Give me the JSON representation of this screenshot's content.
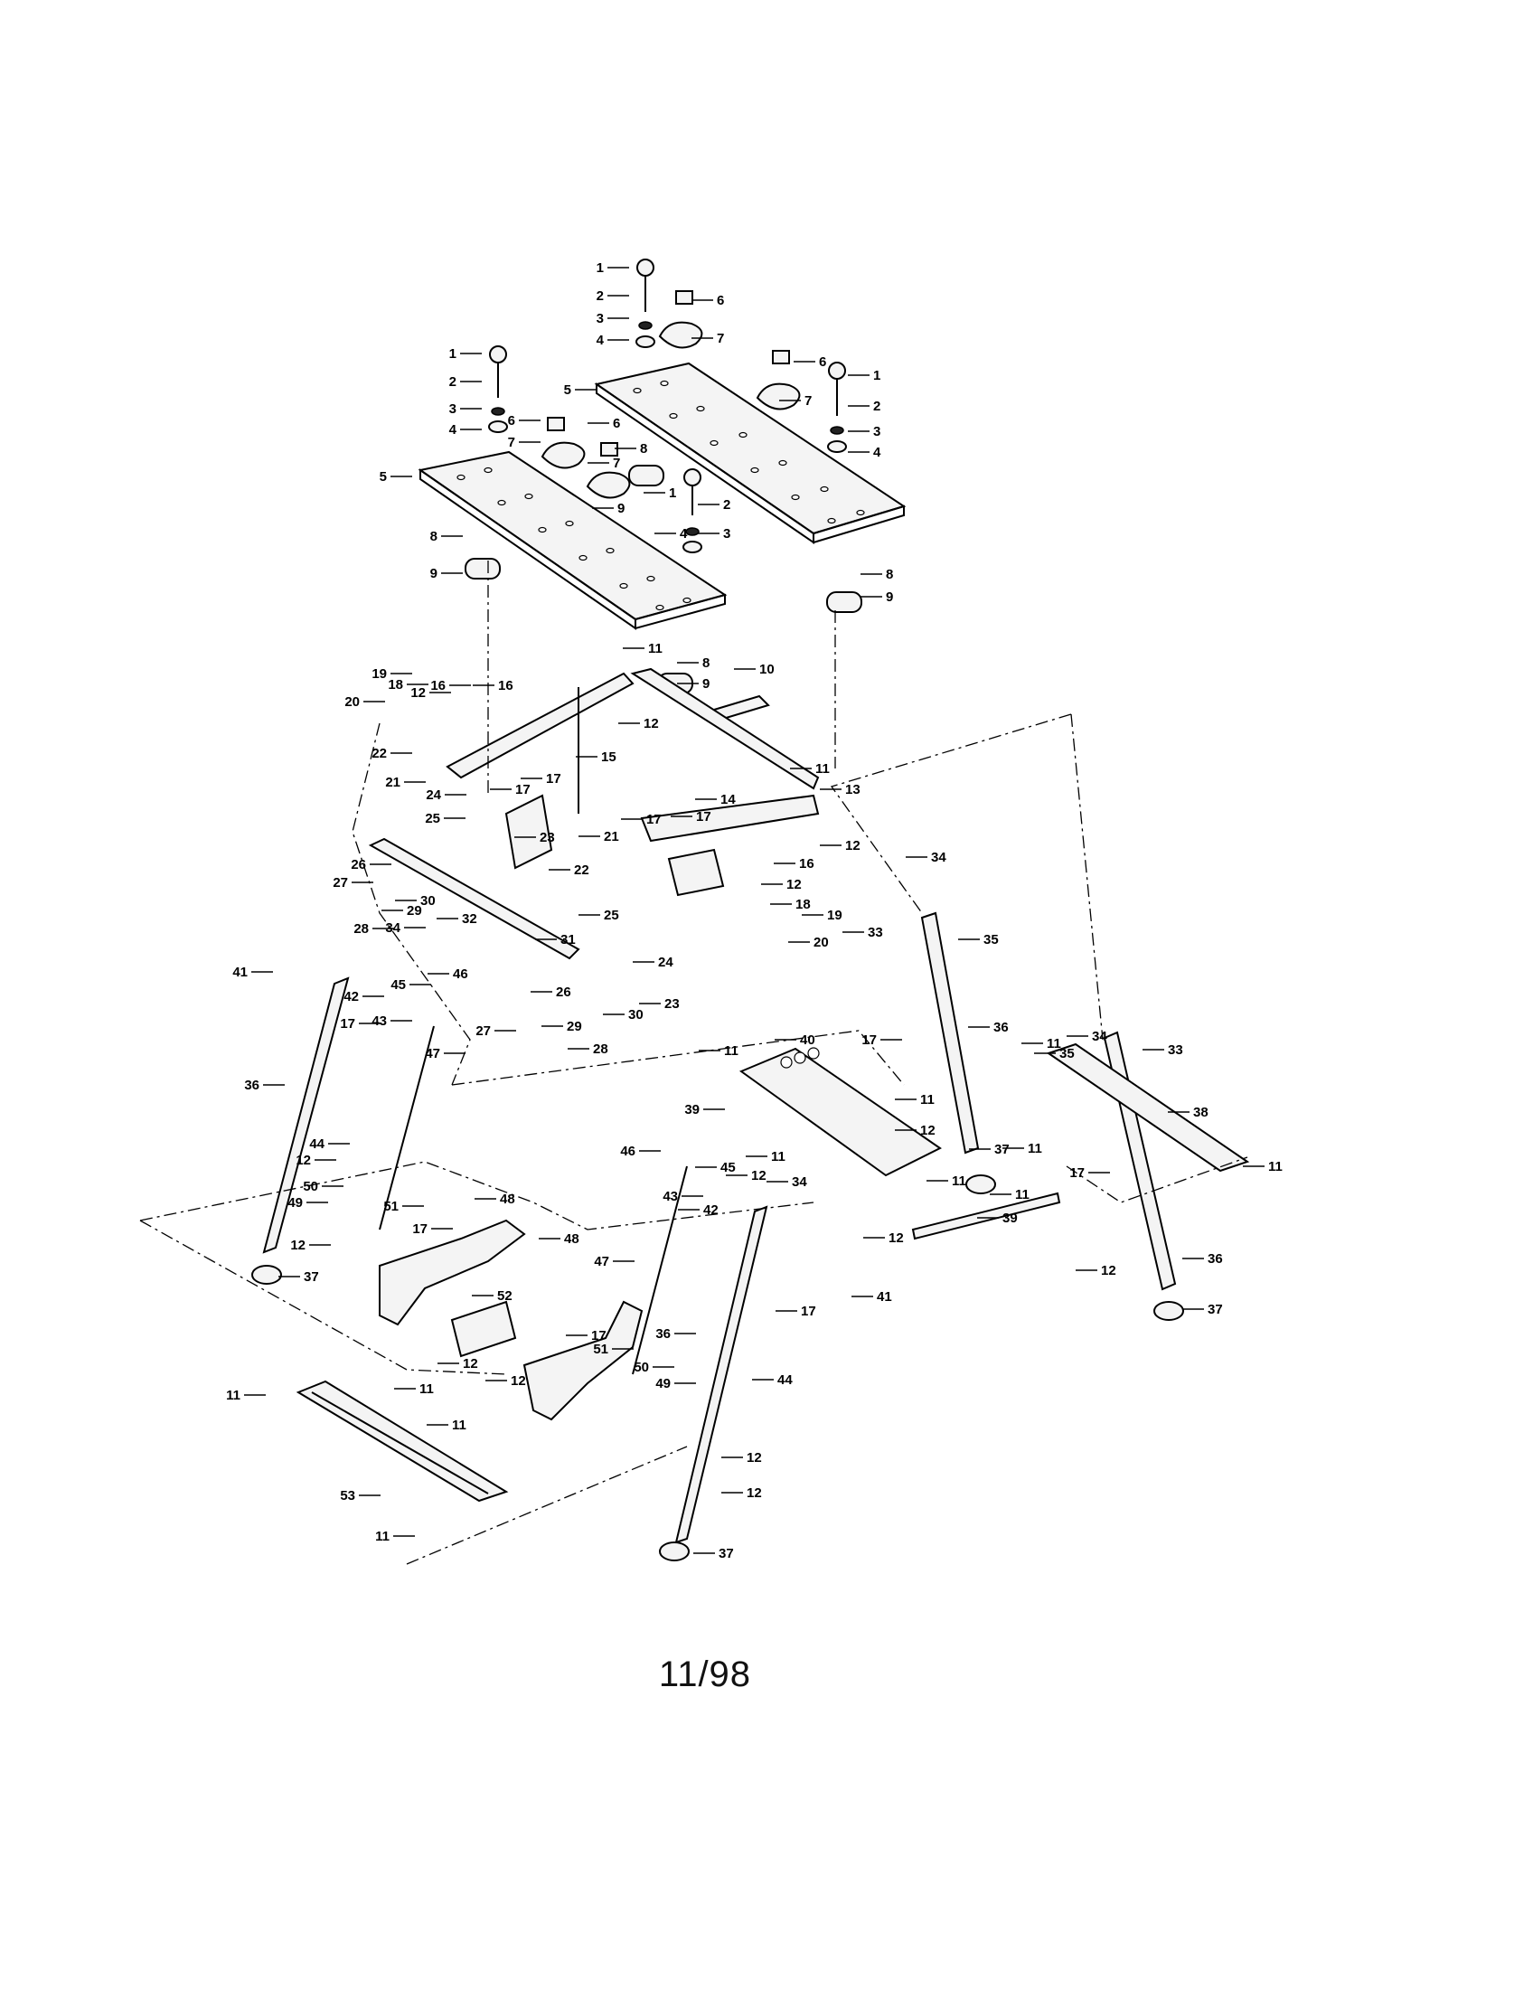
{
  "diagram": {
    "type": "exploded parts diagram",
    "date_stamp": "11/98",
    "callouts": [
      {
        "id": "c-1a",
        "text": "1"
      },
      {
        "id": "c-2a",
        "text": "2"
      },
      {
        "id": "c-3a",
        "text": "3"
      },
      {
        "id": "c-4a",
        "text": "4"
      },
      {
        "id": "c-6a",
        "text": "6"
      },
      {
        "id": "c-7a",
        "text": "7"
      },
      {
        "id": "c-5a",
        "text": "5"
      },
      {
        "id": "c-6b",
        "text": "6"
      },
      {
        "id": "c-7b",
        "text": "7"
      },
      {
        "id": "c-1b",
        "text": "1"
      },
      {
        "id": "c-2b",
        "text": "2"
      },
      {
        "id": "c-3b",
        "text": "3"
      },
      {
        "id": "c-4b",
        "text": "4"
      },
      {
        "id": "c-1c",
        "text": "1"
      },
      {
        "id": "c-2c",
        "text": "2"
      },
      {
        "id": "c-3c",
        "text": "3"
      },
      {
        "id": "c-4c",
        "text": "4"
      },
      {
        "id": "c-6c",
        "text": "6"
      },
      {
        "id": "c-7c",
        "text": "7"
      },
      {
        "id": "c-6d",
        "text": "6"
      },
      {
        "id": "c-7d",
        "text": "7"
      },
      {
        "id": "c-8a",
        "text": "8"
      },
      {
        "id": "c-9a",
        "text": "9"
      },
      {
        "id": "c-5b",
        "text": "5"
      },
      {
        "id": "c-1d",
        "text": "1"
      },
      {
        "id": "c-2d",
        "text": "2"
      },
      {
        "id": "c-3d",
        "text": "3"
      },
      {
        "id": "c-4d",
        "text": "4"
      },
      {
        "id": "c-8b",
        "text": "8"
      },
      {
        "id": "c-9b",
        "text": "9"
      },
      {
        "id": "c-8c",
        "text": "8"
      },
      {
        "id": "c-9c",
        "text": "9"
      },
      {
        "id": "c-11a",
        "text": "11"
      },
      {
        "id": "c-8d",
        "text": "8"
      },
      {
        "id": "c-9d",
        "text": "9"
      },
      {
        "id": "c-10",
        "text": "10"
      },
      {
        "id": "c-19a",
        "text": "19"
      },
      {
        "id": "c-18a",
        "text": "18"
      },
      {
        "id": "c-12a",
        "text": "12"
      },
      {
        "id": "c-16a",
        "text": "16"
      },
      {
        "id": "c-16b",
        "text": "16"
      },
      {
        "id": "c-20a",
        "text": "20"
      },
      {
        "id": "c-12b",
        "text": "12"
      },
      {
        "id": "c-15",
        "text": "15"
      },
      {
        "id": "c-11b",
        "text": "11"
      },
      {
        "id": "c-13",
        "text": "13"
      },
      {
        "id": "c-22a",
        "text": "22"
      },
      {
        "id": "c-21a",
        "text": "21"
      },
      {
        "id": "c-17a",
        "text": "17"
      },
      {
        "id": "c-17b",
        "text": "17"
      },
      {
        "id": "c-24a",
        "text": "24"
      },
      {
        "id": "c-14",
        "text": "14"
      },
      {
        "id": "c-17c",
        "text": "17"
      },
      {
        "id": "c-17d",
        "text": "17"
      },
      {
        "id": "c-12c",
        "text": "12"
      },
      {
        "id": "c-25a",
        "text": "25"
      },
      {
        "id": "c-23a",
        "text": "23"
      },
      {
        "id": "c-21b",
        "text": "21"
      },
      {
        "id": "c-26a",
        "text": "26"
      },
      {
        "id": "c-22b",
        "text": "22"
      },
      {
        "id": "c-27a",
        "text": "27"
      },
      {
        "id": "c-30a",
        "text": "30"
      },
      {
        "id": "c-29a",
        "text": "29"
      },
      {
        "id": "c-16c",
        "text": "16"
      },
      {
        "id": "c-12d",
        "text": "12"
      },
      {
        "id": "c-18b",
        "text": "18"
      },
      {
        "id": "c-19b",
        "text": "19"
      },
      {
        "id": "c-20b",
        "text": "20"
      },
      {
        "id": "c-32",
        "text": "32"
      },
      {
        "id": "c-28a",
        "text": "28"
      },
      {
        "id": "c-34a",
        "text": "34"
      },
      {
        "id": "c-31",
        "text": "31"
      },
      {
        "id": "c-25b",
        "text": "25"
      },
      {
        "id": "c-24b",
        "text": "24"
      },
      {
        "id": "c-34b",
        "text": "34"
      },
      {
        "id": "c-33a",
        "text": "33"
      },
      {
        "id": "c-35a",
        "text": "35"
      },
      {
        "id": "c-41a",
        "text": "41"
      },
      {
        "id": "c-42a",
        "text": "42"
      },
      {
        "id": "c-45a",
        "text": "45"
      },
      {
        "id": "c-46a",
        "text": "46"
      },
      {
        "id": "c-43a",
        "text": "43"
      },
      {
        "id": "c-26b",
        "text": "26"
      },
      {
        "id": "c-29b",
        "text": "29"
      },
      {
        "id": "c-30b",
        "text": "30"
      },
      {
        "id": "c-27b",
        "text": "27"
      },
      {
        "id": "c-28b",
        "text": "28"
      },
      {
        "id": "c-23b",
        "text": "23"
      },
      {
        "id": "c-17e",
        "text": "17"
      },
      {
        "id": "c-36a",
        "text": "36"
      },
      {
        "id": "c-47a",
        "text": "47"
      },
      {
        "id": "c-11c",
        "text": "11"
      },
      {
        "id": "c-40",
        "text": "40"
      },
      {
        "id": "c-17f",
        "text": "17"
      },
      {
        "id": "c-36b",
        "text": "36"
      },
      {
        "id": "c-34c",
        "text": "34"
      },
      {
        "id": "c-35b",
        "text": "35"
      },
      {
        "id": "c-11d",
        "text": "11"
      },
      {
        "id": "c-33b",
        "text": "33"
      },
      {
        "id": "c-39a",
        "text": "39"
      },
      {
        "id": "c-11e",
        "text": "11"
      },
      {
        "id": "c-38",
        "text": "38"
      },
      {
        "id": "c-44a",
        "text": "44"
      },
      {
        "id": "c-11f",
        "text": "11"
      },
      {
        "id": "c-12e",
        "text": "12"
      },
      {
        "id": "c-12f",
        "text": "12"
      },
      {
        "id": "c-11g",
        "text": "11"
      },
      {
        "id": "c-37a",
        "text": "37"
      },
      {
        "id": "c-11h",
        "text": "11"
      },
      {
        "id": "c-46b",
        "text": "46"
      },
      {
        "id": "c-45b",
        "text": "45"
      },
      {
        "id": "c-12g",
        "text": "12"
      },
      {
        "id": "c-50a",
        "text": "50"
      },
      {
        "id": "c-49a",
        "text": "49"
      },
      {
        "id": "c-51a",
        "text": "51"
      },
      {
        "id": "c-48a",
        "text": "48"
      },
      {
        "id": "c-17g",
        "text": "17"
      },
      {
        "id": "c-12h",
        "text": "12"
      },
      {
        "id": "c-37b",
        "text": "37"
      },
      {
        "id": "c-34d",
        "text": "34"
      },
      {
        "id": "c-43b",
        "text": "43"
      },
      {
        "id": "c-42b",
        "text": "42"
      },
      {
        "id": "c-11i",
        "text": "11"
      },
      {
        "id": "c-39b",
        "text": "39"
      },
      {
        "id": "c-12i",
        "text": "12"
      },
      {
        "id": "c-17h",
        "text": "17"
      },
      {
        "id": "c-11j",
        "text": "11"
      },
      {
        "id": "c-12j",
        "text": "12"
      },
      {
        "id": "c-36c",
        "text": "36"
      },
      {
        "id": "c-37c",
        "text": "37"
      },
      {
        "id": "c-48b",
        "text": "48"
      },
      {
        "id": "c-47b",
        "text": "47"
      },
      {
        "id": "c-41b",
        "text": "41"
      },
      {
        "id": "c-17i",
        "text": "17"
      },
      {
        "id": "c-36d",
        "text": "36"
      },
      {
        "id": "c-52",
        "text": "52"
      },
      {
        "id": "c-17j",
        "text": "17"
      },
      {
        "id": "c-51b",
        "text": "51"
      },
      {
        "id": "c-44b",
        "text": "44"
      },
      {
        "id": "c-50b",
        "text": "50"
      },
      {
        "id": "c-49b",
        "text": "49"
      },
      {
        "id": "c-12k",
        "text": "12"
      },
      {
        "id": "c-12l",
        "text": "12"
      },
      {
        "id": "c-11k",
        "text": "11"
      },
      {
        "id": "c-11l",
        "text": "11"
      },
      {
        "id": "c-11m",
        "text": "11"
      },
      {
        "id": "c-12m",
        "text": "12"
      },
      {
        "id": "c-53",
        "text": "53"
      },
      {
        "id": "c-12n",
        "text": "12"
      },
      {
        "id": "c-11n",
        "text": "11"
      },
      {
        "id": "c-37d",
        "text": "37"
      }
    ]
  }
}
